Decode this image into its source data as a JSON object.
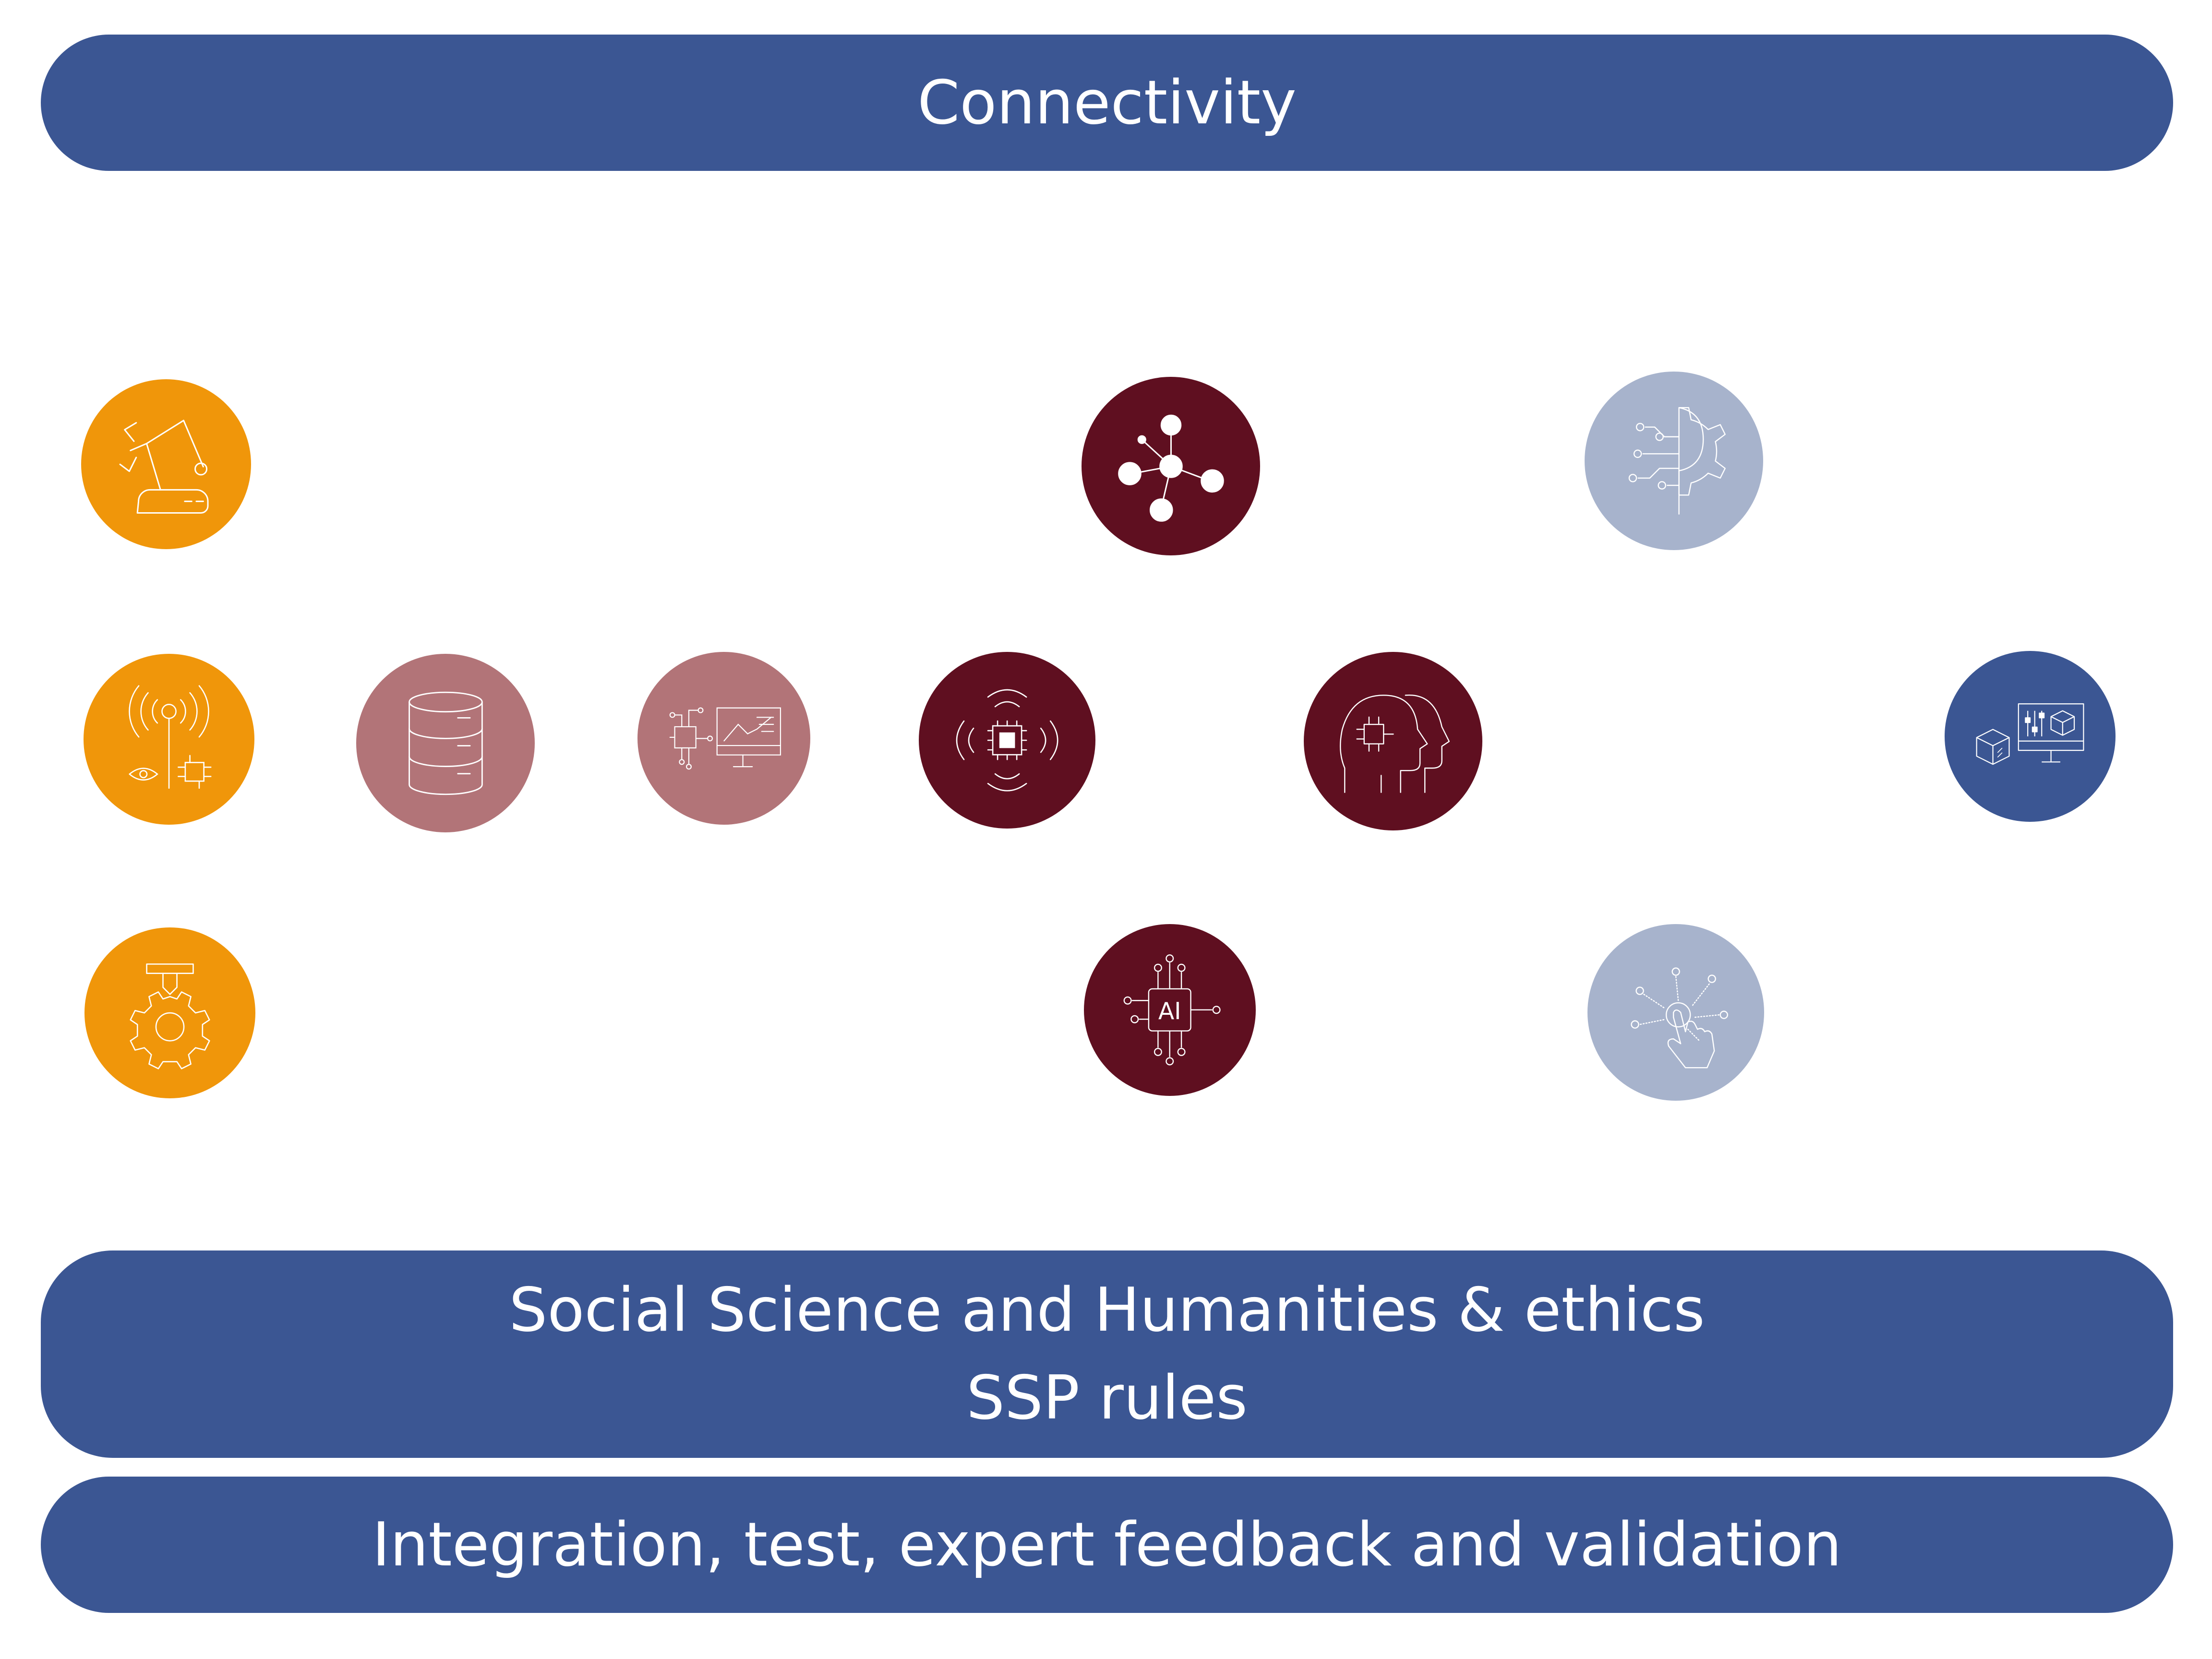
{
  "bars": {
    "top": "Connectivity",
    "ssh": {
      "line1": "Social Science and Humanities & ethics",
      "line2": "SSP rules"
    },
    "bottom": "Integration, test, expert feedback and validation"
  },
  "colors": {
    "bar": "#3b5693",
    "orange": "#f0960a",
    "dusty_rose": "#b27478",
    "burgundy": "#5f0f20",
    "light_blue": "#a7b3cc",
    "navy": "#3b5693",
    "icon": "#ffffff"
  },
  "icons": [
    "robot-arm-icon",
    "wireless-sensor-icon",
    "gear-print-icon",
    "database-icon",
    "chip-monitor-icon",
    "chip-signal-icon",
    "network-icon",
    "ai-chip-icon",
    "head-chip-icon",
    "gear-circuit-icon",
    "touch-icon",
    "3d-monitor-icon"
  ]
}
